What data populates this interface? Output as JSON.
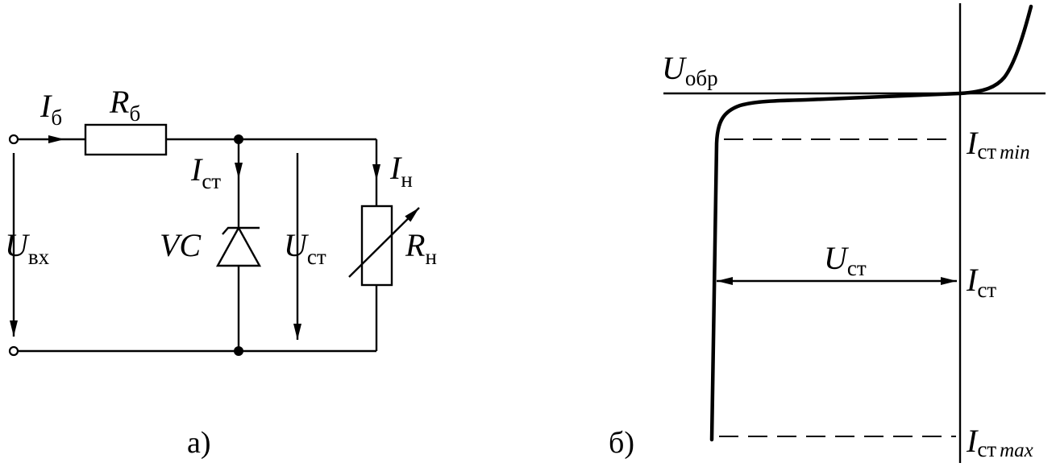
{
  "circuit": {
    "i_b": {
      "sym": "I",
      "sub": "б"
    },
    "r_b": {
      "sym": "R",
      "sub": "б"
    },
    "i_st": {
      "sym": "I",
      "sub": "ст"
    },
    "i_n": {
      "sym": "I",
      "sub": "н"
    },
    "u_in": {
      "sym": "U",
      "sub": "вх"
    },
    "vc": "VC",
    "u_st": {
      "sym": "U",
      "sub": "ст"
    },
    "r_n": {
      "sym": "R",
      "sub": "н"
    },
    "caption": "а)"
  },
  "characteristic": {
    "u_rev": {
      "sym": "U",
      "sub": "обр"
    },
    "i_st_min": {
      "sym": "I",
      "sub": "ст",
      "sub2": "min"
    },
    "u_st": {
      "sym": "U",
      "sub": "ст"
    },
    "i_st": {
      "sym": "I",
      "sub": "ст"
    },
    "i_st_max": {
      "sym": "I",
      "sub": "ст",
      "sub2": "max"
    },
    "caption": "б)"
  }
}
